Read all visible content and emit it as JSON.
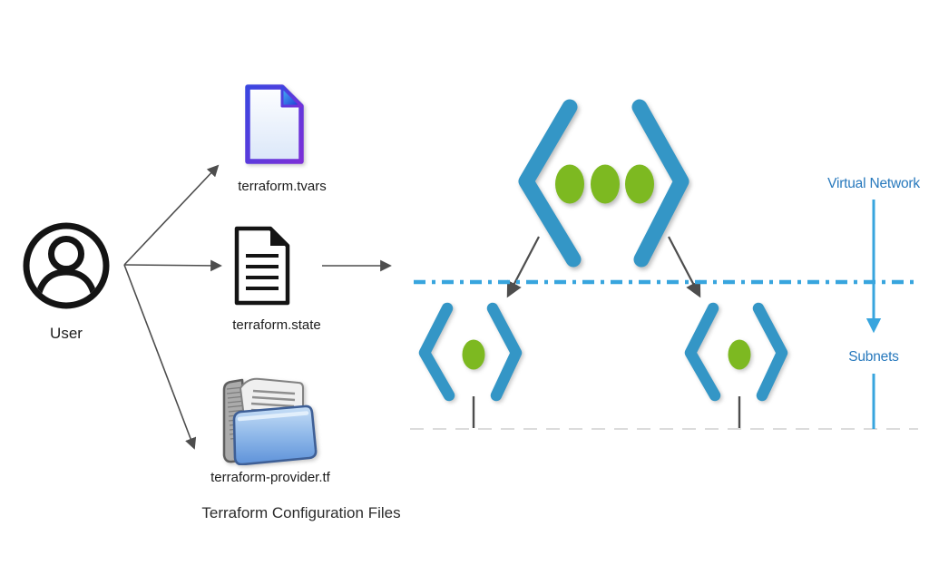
{
  "diagram": {
    "user_label": "User",
    "files": {
      "tvars_label": "terraform.tvars",
      "state_label": "terraform.state",
      "provider_label": "terraform-provider.tf",
      "group_title": "Terraform Configuration Files"
    },
    "network": {
      "virtual_network_label": "Virtual Network",
      "subnets_label": "Subnets"
    }
  },
  "icons": {
    "user": "user-avatar-icon",
    "tvars": "blank-document-icon",
    "state": "text-document-icon",
    "provider": "open-folder-documents-icon",
    "virtual_network": "azure-virtual-network-icon",
    "subnet_left": "azure-subnet-icon",
    "subnet_right": "azure-subnet-icon"
  },
  "colors": {
    "azure_blue": "#3496C6",
    "azure_green": "#7DB921",
    "label_blue": "#2879BD",
    "dash_blue": "#38A5DE",
    "arrow_gray": "#4D4D4D",
    "light_dash_gray": "#DCDCDC",
    "doc_border_blue": "#3A46E0",
    "doc_border_purple": "#7B2FD8",
    "folder_blue": "#5E92D9"
  }
}
